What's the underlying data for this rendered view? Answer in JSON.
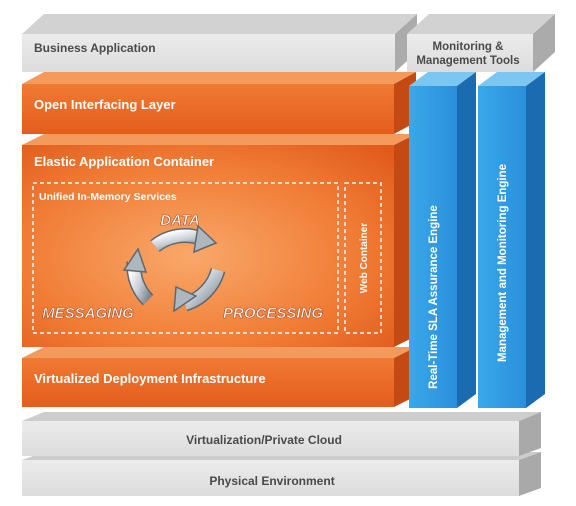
{
  "layers": {
    "business_application": "Business Application",
    "monitoring_tools_line1": "Monitoring &",
    "monitoring_tools_line2": "Management Tools",
    "open_interfacing_layer": "Open Interfacing Layer",
    "elastic_application_container": "Elastic Application Container",
    "unified_in_memory_services": "Unified In-Memory Services",
    "web_container": "Web Container",
    "virtualized_deployment_infrastructure": "Virtualized Deployment Infrastructure",
    "virtualization_private_cloud": "Virtualization/Private Cloud",
    "physical_environment": "Physical Environment"
  },
  "cycle": {
    "data": "DATA",
    "messaging": "MESSAGING",
    "processing": "PROCESSING"
  },
  "engines": {
    "sla_assurance": "Real-Time SLA Assurance Engine",
    "management_monitoring": "Management and Monitoring Engine"
  },
  "colors": {
    "orange_front": "#ee6a26",
    "orange_top": "#f59a5d",
    "orange_side": "#c74a12",
    "blue_front": "#2e9de4",
    "blue_side": "#1c6fb5",
    "grey_front": "#e6e6e6",
    "grey_top": "#cfcfcf",
    "grey_side": "#a7a7a7"
  }
}
